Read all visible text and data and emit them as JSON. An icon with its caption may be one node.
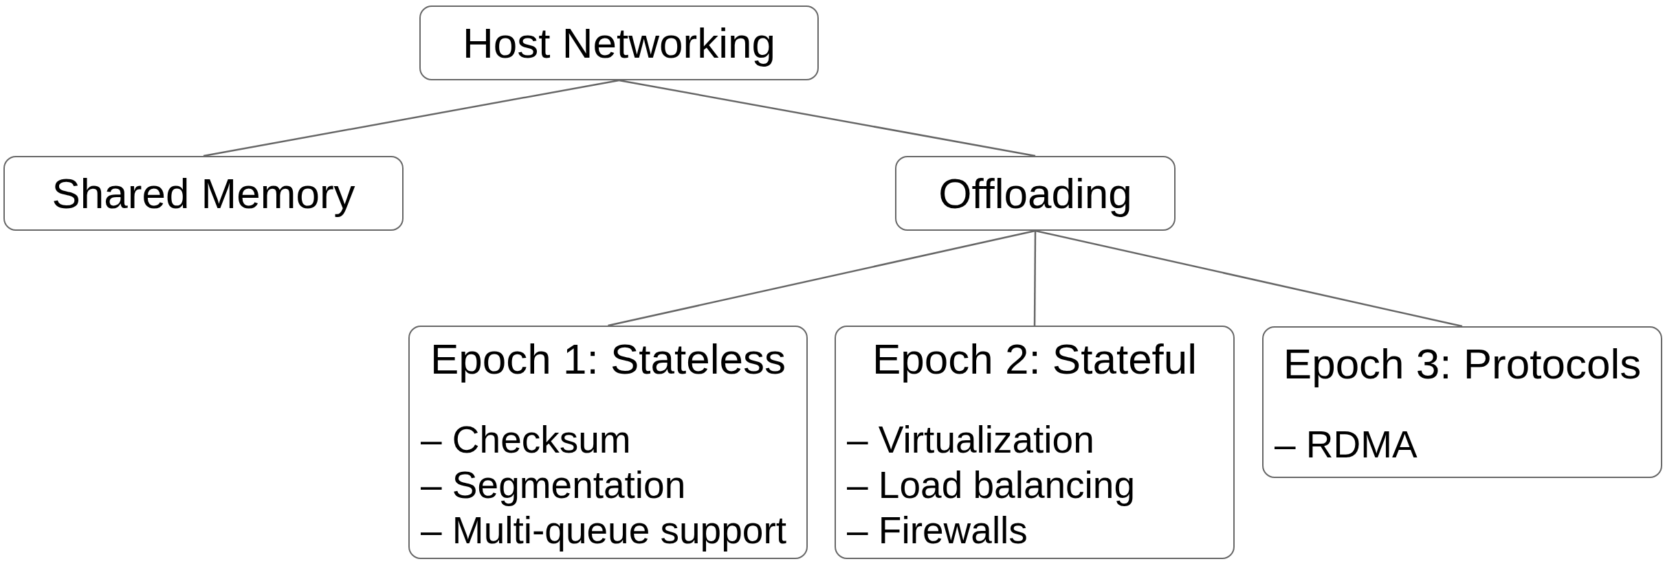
{
  "diagram": {
    "nodes": [
      {
        "text": [
          "Host Networking"
        ]
      },
      {
        "text": [
          "Shared Memory"
        ]
      },
      {
        "text": [
          "Offloading"
        ]
      },
      {
        "text": [
          "Epoch 1: Stateless",
          "– Checksum",
          "– Segmentation",
          "– Multi-queue support"
        ]
      },
      {
        "text": [
          "Epoch 2: Stateful",
          "– Virtualization",
          "– Load balancing",
          "– Firewalls"
        ]
      },
      {
        "text": [
          "Epoch 3: Protocols",
          "– RDMA"
        ]
      }
    ],
    "edges": [
      {
        "from": 0,
        "to": 1,
        "arrow": "none"
      },
      {
        "from": 0,
        "to": 2,
        "arrow": "none"
      },
      {
        "from": 2,
        "to": 3,
        "arrow": "none"
      },
      {
        "from": 2,
        "to": 4,
        "arrow": "none"
      },
      {
        "from": 2,
        "to": 5,
        "arrow": "none"
      }
    ]
  }
}
